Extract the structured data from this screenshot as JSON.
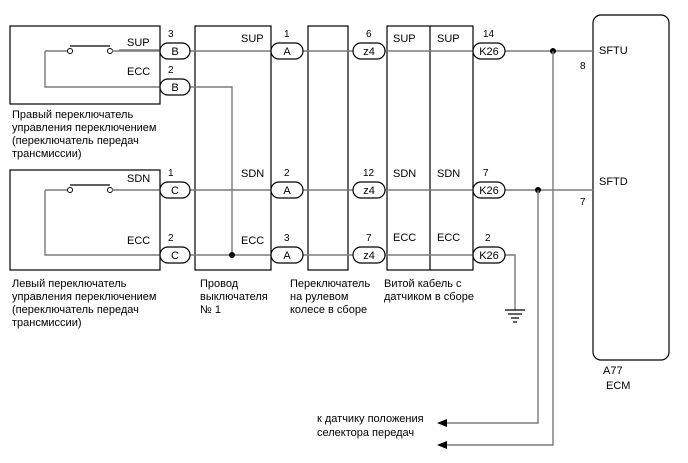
{
  "components": {
    "right_switch": {
      "label_lines": [
        "Правый переключатель",
        "управления переключением",
        "(переключатель передач",
        "трансмиссии)"
      ],
      "pin_sup": "SUP",
      "pin_ecc": "ECC"
    },
    "left_switch": {
      "label_lines": [
        "Левый переключатель",
        "управления переключением",
        "(переключатель передач",
        "трансмиссии)"
      ],
      "pin_sdn": "SDN",
      "pin_ecc": "ECC"
    },
    "wire": {
      "label_lines": [
        "Провод",
        "выключателя",
        "№ 1"
      ],
      "pin_sup": "SUP",
      "pin_sdn": "SDN",
      "pin_ecc": "ECC"
    },
    "steering": {
      "label_lines": [
        "Переключатель",
        "на рулевом",
        "колесе в сборе"
      ]
    },
    "spiral": {
      "label_lines": [
        "Витой кабель с",
        "датчиком в сборе"
      ],
      "sup_left": "SUP",
      "sup_right": "SUP",
      "sdn_left": "SDN",
      "sdn_right": "SDN",
      "ecc_left": "ECC",
      "ecc_right": "ECC"
    },
    "ecm": {
      "code": "A77",
      "name": "ECM",
      "pin_sftu": "SFTU",
      "pin_sftd": "SFTD",
      "num_sftu": "8",
      "num_sftd": "7"
    }
  },
  "connectors": {
    "row1": [
      {
        "num": "3",
        "code": "B"
      },
      {
        "num": "1",
        "code": "A"
      },
      {
        "num": "6",
        "code": "z4"
      },
      {
        "num": "14",
        "code": "K26"
      }
    ],
    "row1b": {
      "num": "2",
      "code": "B"
    },
    "row2": [
      {
        "num": "1",
        "code": "C"
      },
      {
        "num": "2",
        "code": "A"
      },
      {
        "num": "12",
        "code": "z4"
      },
      {
        "num": "7",
        "code": "K26"
      }
    ],
    "row3": [
      {
        "num": "2",
        "code": "C"
      },
      {
        "num": "3",
        "code": "A"
      },
      {
        "num": "7",
        "code": "z4"
      },
      {
        "num": "2",
        "code": "K26"
      }
    ]
  },
  "sensor": {
    "label_lines": [
      "к датчику положения",
      "селектора передач"
    ]
  }
}
